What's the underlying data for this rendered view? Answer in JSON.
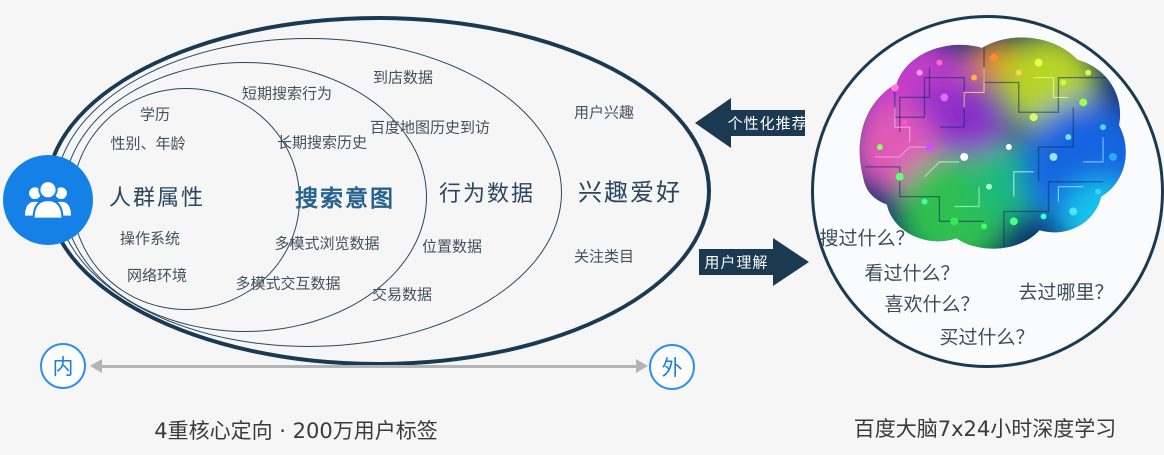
{
  "colors": {
    "navy": "#1b3a52",
    "accent_blue": "#1581e6",
    "axis_badge_blue": "#2e8ef0",
    "arrow_gray": "#b4b4b4",
    "item_text": "#42505f"
  },
  "rings": [
    {
      "label": "人群属性",
      "items": [
        "学历",
        "性别、年龄",
        "操作系统",
        "网络环境"
      ]
    },
    {
      "label": "搜索意图",
      "items": [
        "短期搜索行为",
        "长期搜索历史",
        "多模式浏览数据",
        "多模式交互数据"
      ]
    },
    {
      "label": "行为数据",
      "items": [
        "到店数据",
        "百度地图历史到访",
        "位置数据",
        "交易数据"
      ]
    },
    {
      "label": "兴趣爱好",
      "items": [
        "用户兴趣",
        "关注类目"
      ]
    }
  ],
  "axis": {
    "inner_label": "内",
    "outer_label": "外"
  },
  "arrows": {
    "recommendation": "个性化推荐",
    "understanding": "用户理解"
  },
  "brain_questions": [
    "搜过什么？",
    "看过什么？",
    "喜欢什么？",
    "买过什么？",
    "去过哪里？"
  ],
  "captions": {
    "left": "4重核心定向 · 200万用户标签",
    "right": "百度大脑7x24小时深度学习"
  },
  "icons": {
    "people": "people-group-icon",
    "brain": "circuit-brain-image"
  }
}
